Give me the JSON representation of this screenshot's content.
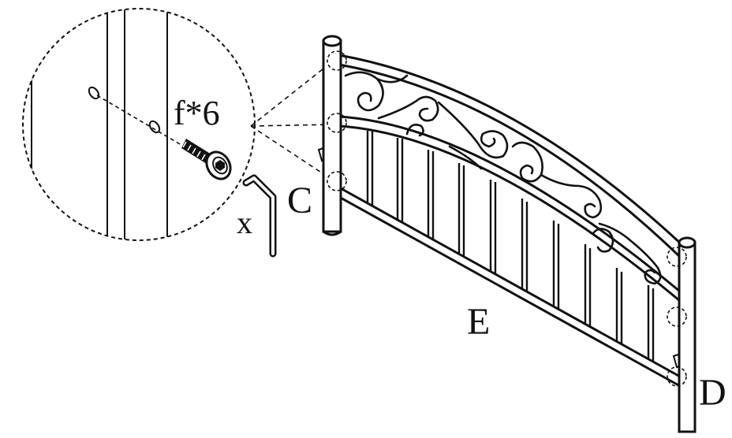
{
  "diagram": {
    "callout": {
      "part_code": "f*6",
      "tool_label": "x"
    },
    "parts": {
      "left_post": "C",
      "right_post": "D",
      "panel": "E"
    },
    "icons": {
      "screw": "hex-socket-bolt-icon",
      "tool": "allen-key-icon"
    },
    "colors": {
      "ink": "#111111",
      "background": "#ffffff"
    }
  }
}
